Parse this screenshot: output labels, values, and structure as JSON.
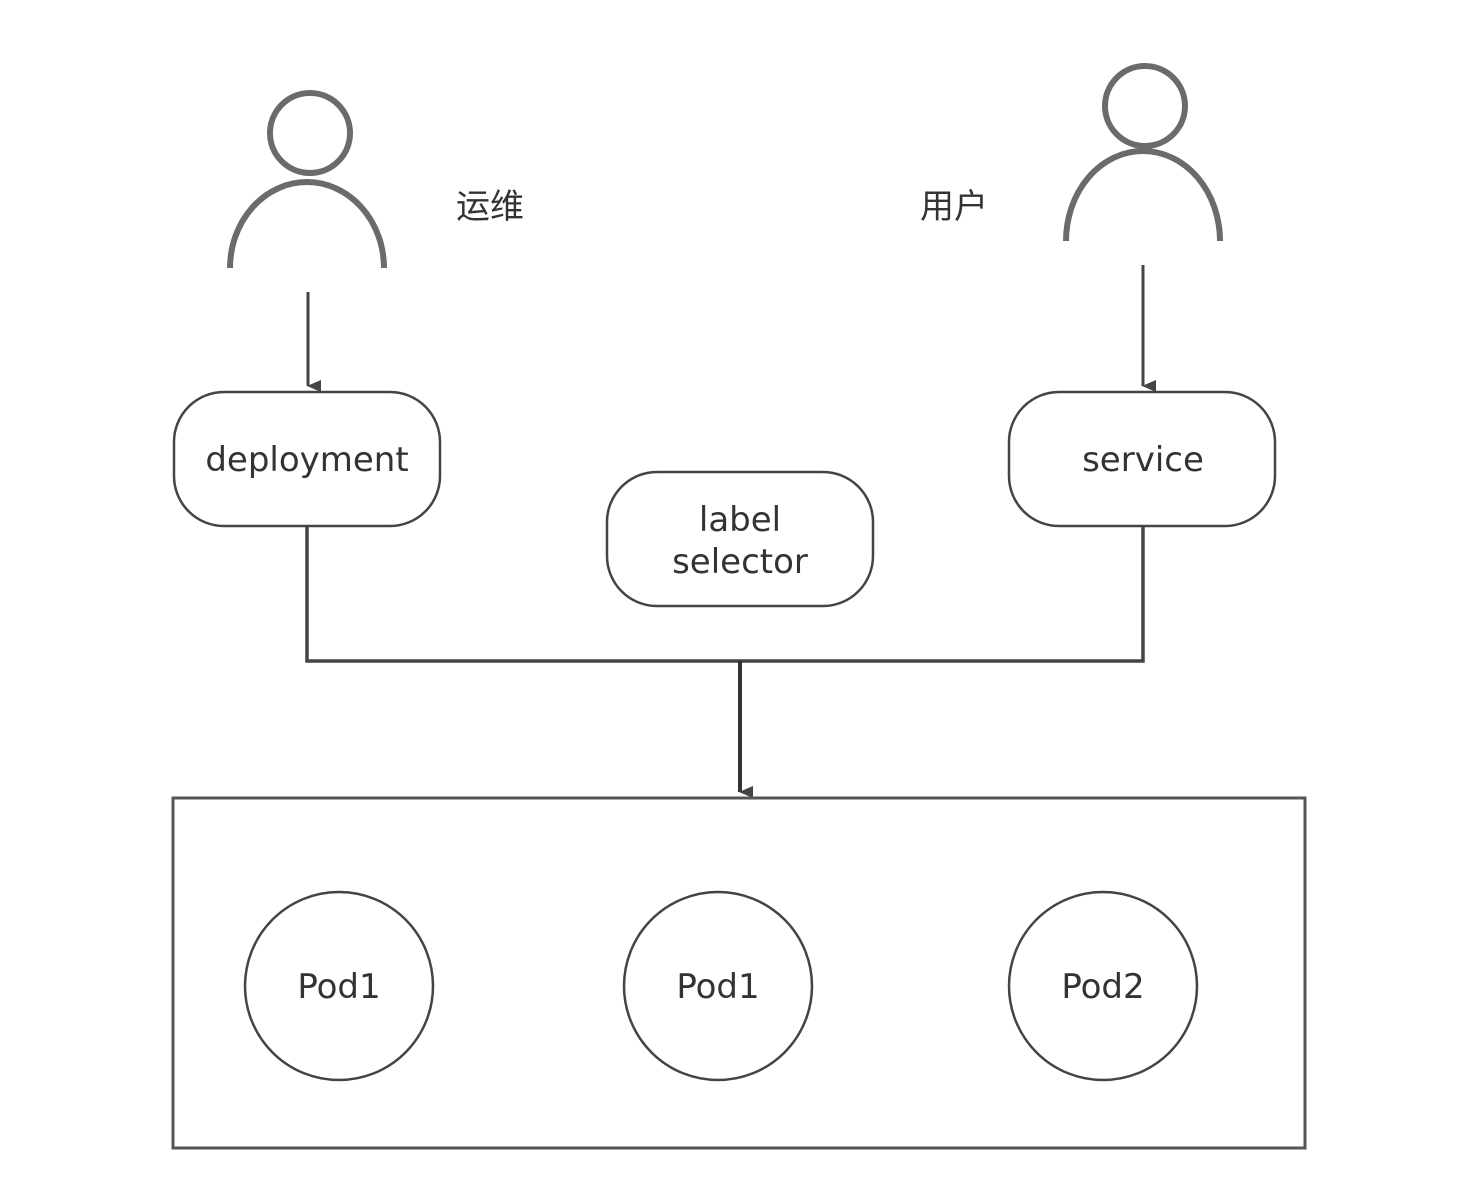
{
  "actors": {
    "ops": {
      "label": "运维",
      "icon": "person-icon"
    },
    "user": {
      "label": "用户",
      "icon": "person-icon"
    }
  },
  "nodes": {
    "deployment": "deployment",
    "label_selector_line1": "label",
    "label_selector_line2": "selector",
    "service": "service"
  },
  "pods": [
    {
      "label": "Pod1"
    },
    {
      "label": "Pod1"
    },
    {
      "label": "Pod2"
    }
  ],
  "colors": {
    "stroke": "#555555",
    "text": "#333333",
    "background": "#ffffff"
  }
}
